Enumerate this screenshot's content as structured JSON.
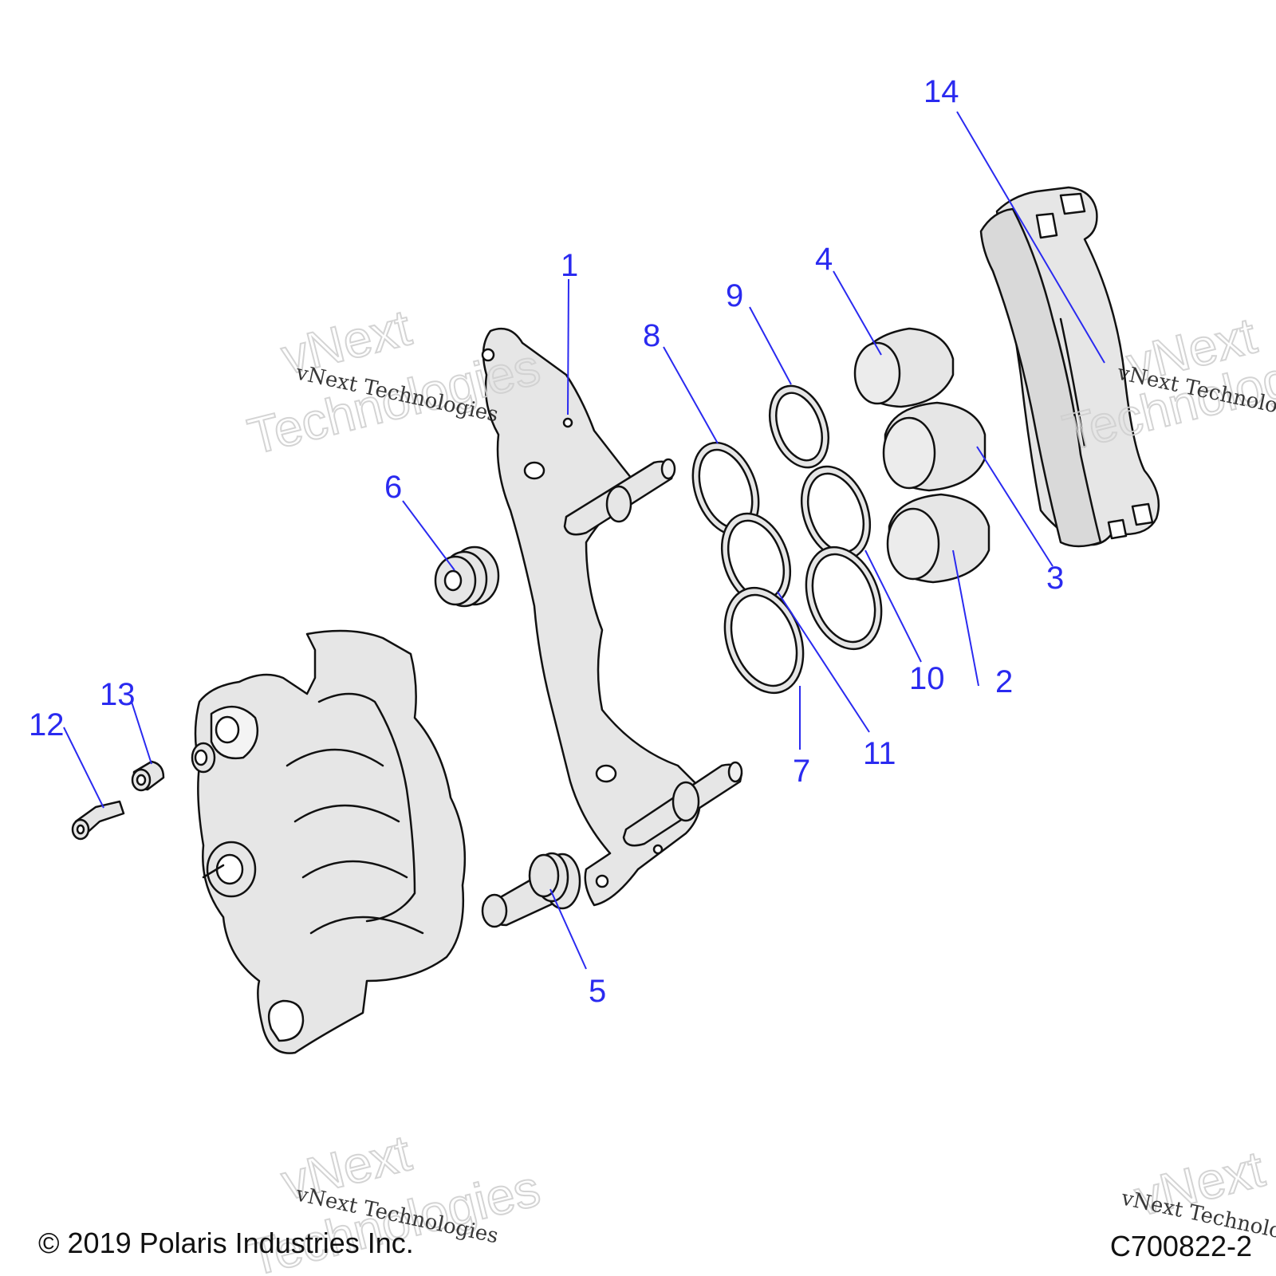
{
  "callouts": [
    {
      "id": "1",
      "label": "1"
    },
    {
      "id": "2",
      "label": "2"
    },
    {
      "id": "3",
      "label": "3"
    },
    {
      "id": "4",
      "label": "4"
    },
    {
      "id": "5",
      "label": "5"
    },
    {
      "id": "6",
      "label": "6"
    },
    {
      "id": "7",
      "label": "7"
    },
    {
      "id": "8",
      "label": "8"
    },
    {
      "id": "9",
      "label": "9"
    },
    {
      "id": "10",
      "label": "10"
    },
    {
      "id": "11",
      "label": "11"
    },
    {
      "id": "12",
      "label": "12"
    },
    {
      "id": "13",
      "label": "13"
    },
    {
      "id": "14",
      "label": "14"
    }
  ],
  "watermark": {
    "line": "vNext Technologies",
    "big_top": "vNext",
    "big_bottom": "Technologies"
  },
  "footer": {
    "copyright": "© 2019 Polaris Industries Inc.",
    "drawing_number": "C700822-2"
  },
  "colors": {
    "callout": "#2a2af0",
    "part_fill": "#e6e6e6",
    "part_stroke": "#111111"
  }
}
